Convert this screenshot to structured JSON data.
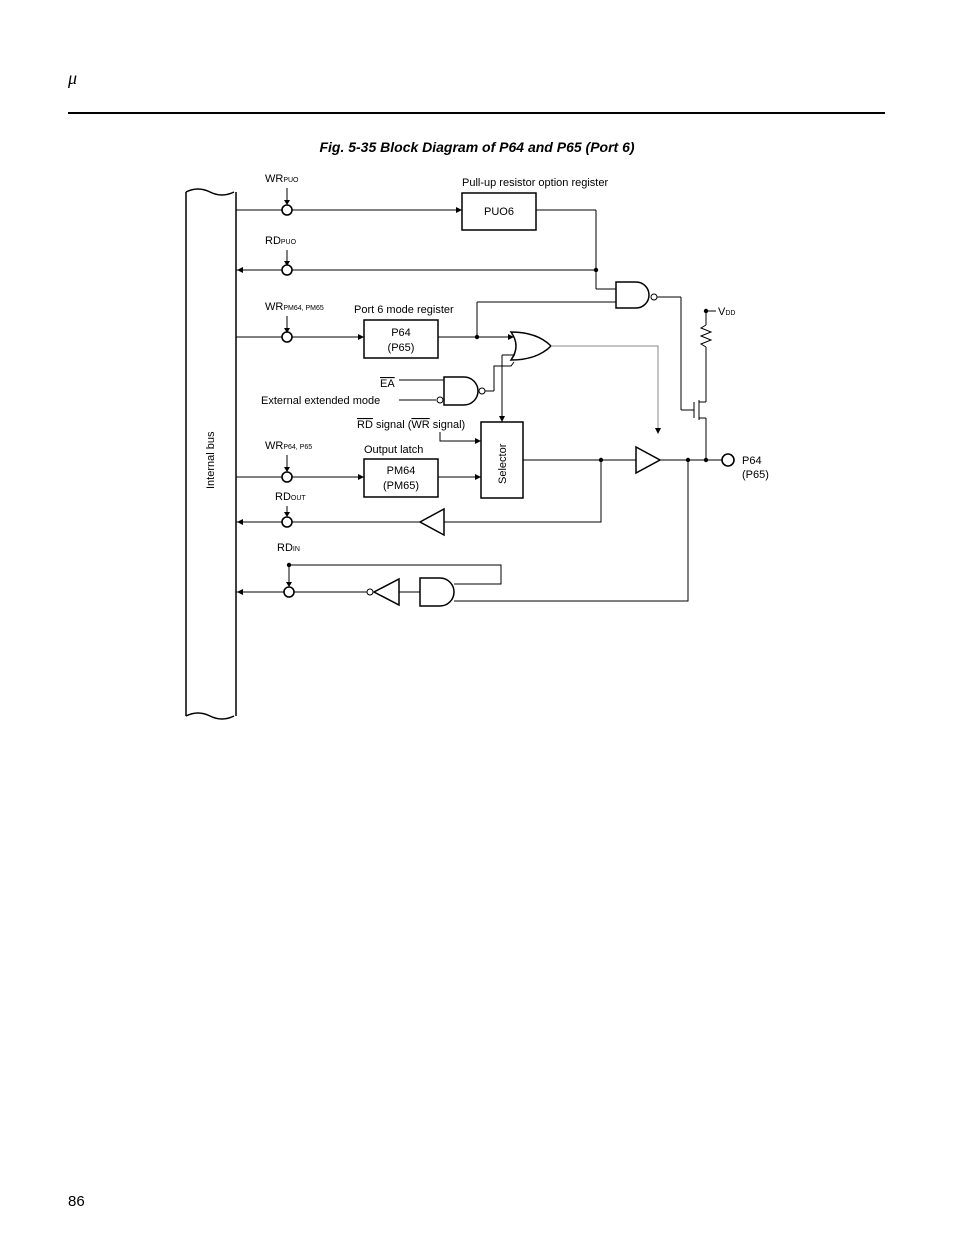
{
  "header": {
    "mark": "μ",
    "page_number": "86"
  },
  "figure": {
    "title": "Fig. 5-35  Block Diagram of P64 and P65 (Port 6)",
    "internal_bus": "Internal bus",
    "signals": {
      "wr_puo": {
        "main": "WR",
        "sub": "PUO"
      },
      "rd_puo": {
        "main": "RD",
        "sub": "PUO"
      },
      "wr_pm": {
        "main": "WR",
        "sub": "PM64, PM65"
      },
      "wr_p": {
        "main": "WR",
        "sub": "P64, P65"
      },
      "rd_out": {
        "main": "RD",
        "sub": "OUT"
      },
      "rd_in": {
        "main": "RD",
        "sub": "IN"
      }
    },
    "pullup_label": "Pull-up resistor option register",
    "puo_box": "PUO6",
    "mode_label": "Port 6 mode register",
    "p64_box_line1": "P64",
    "p64_box_line2": "(P65)",
    "ea_label": "EA",
    "ext_label": "External extended mode",
    "rd_signal": {
      "rd": "RD",
      "mid": " signal (",
      "wr": "WR",
      "end": " signal)"
    },
    "latch_label": "Output latch",
    "pm_box_line1": "PM64",
    "pm_box_line2": "(PM65)",
    "selector": "Selector",
    "vdd": {
      "main": "V",
      "sub": "DD"
    },
    "pin_line1": "P64",
    "pin_line2": "(P65)"
  }
}
